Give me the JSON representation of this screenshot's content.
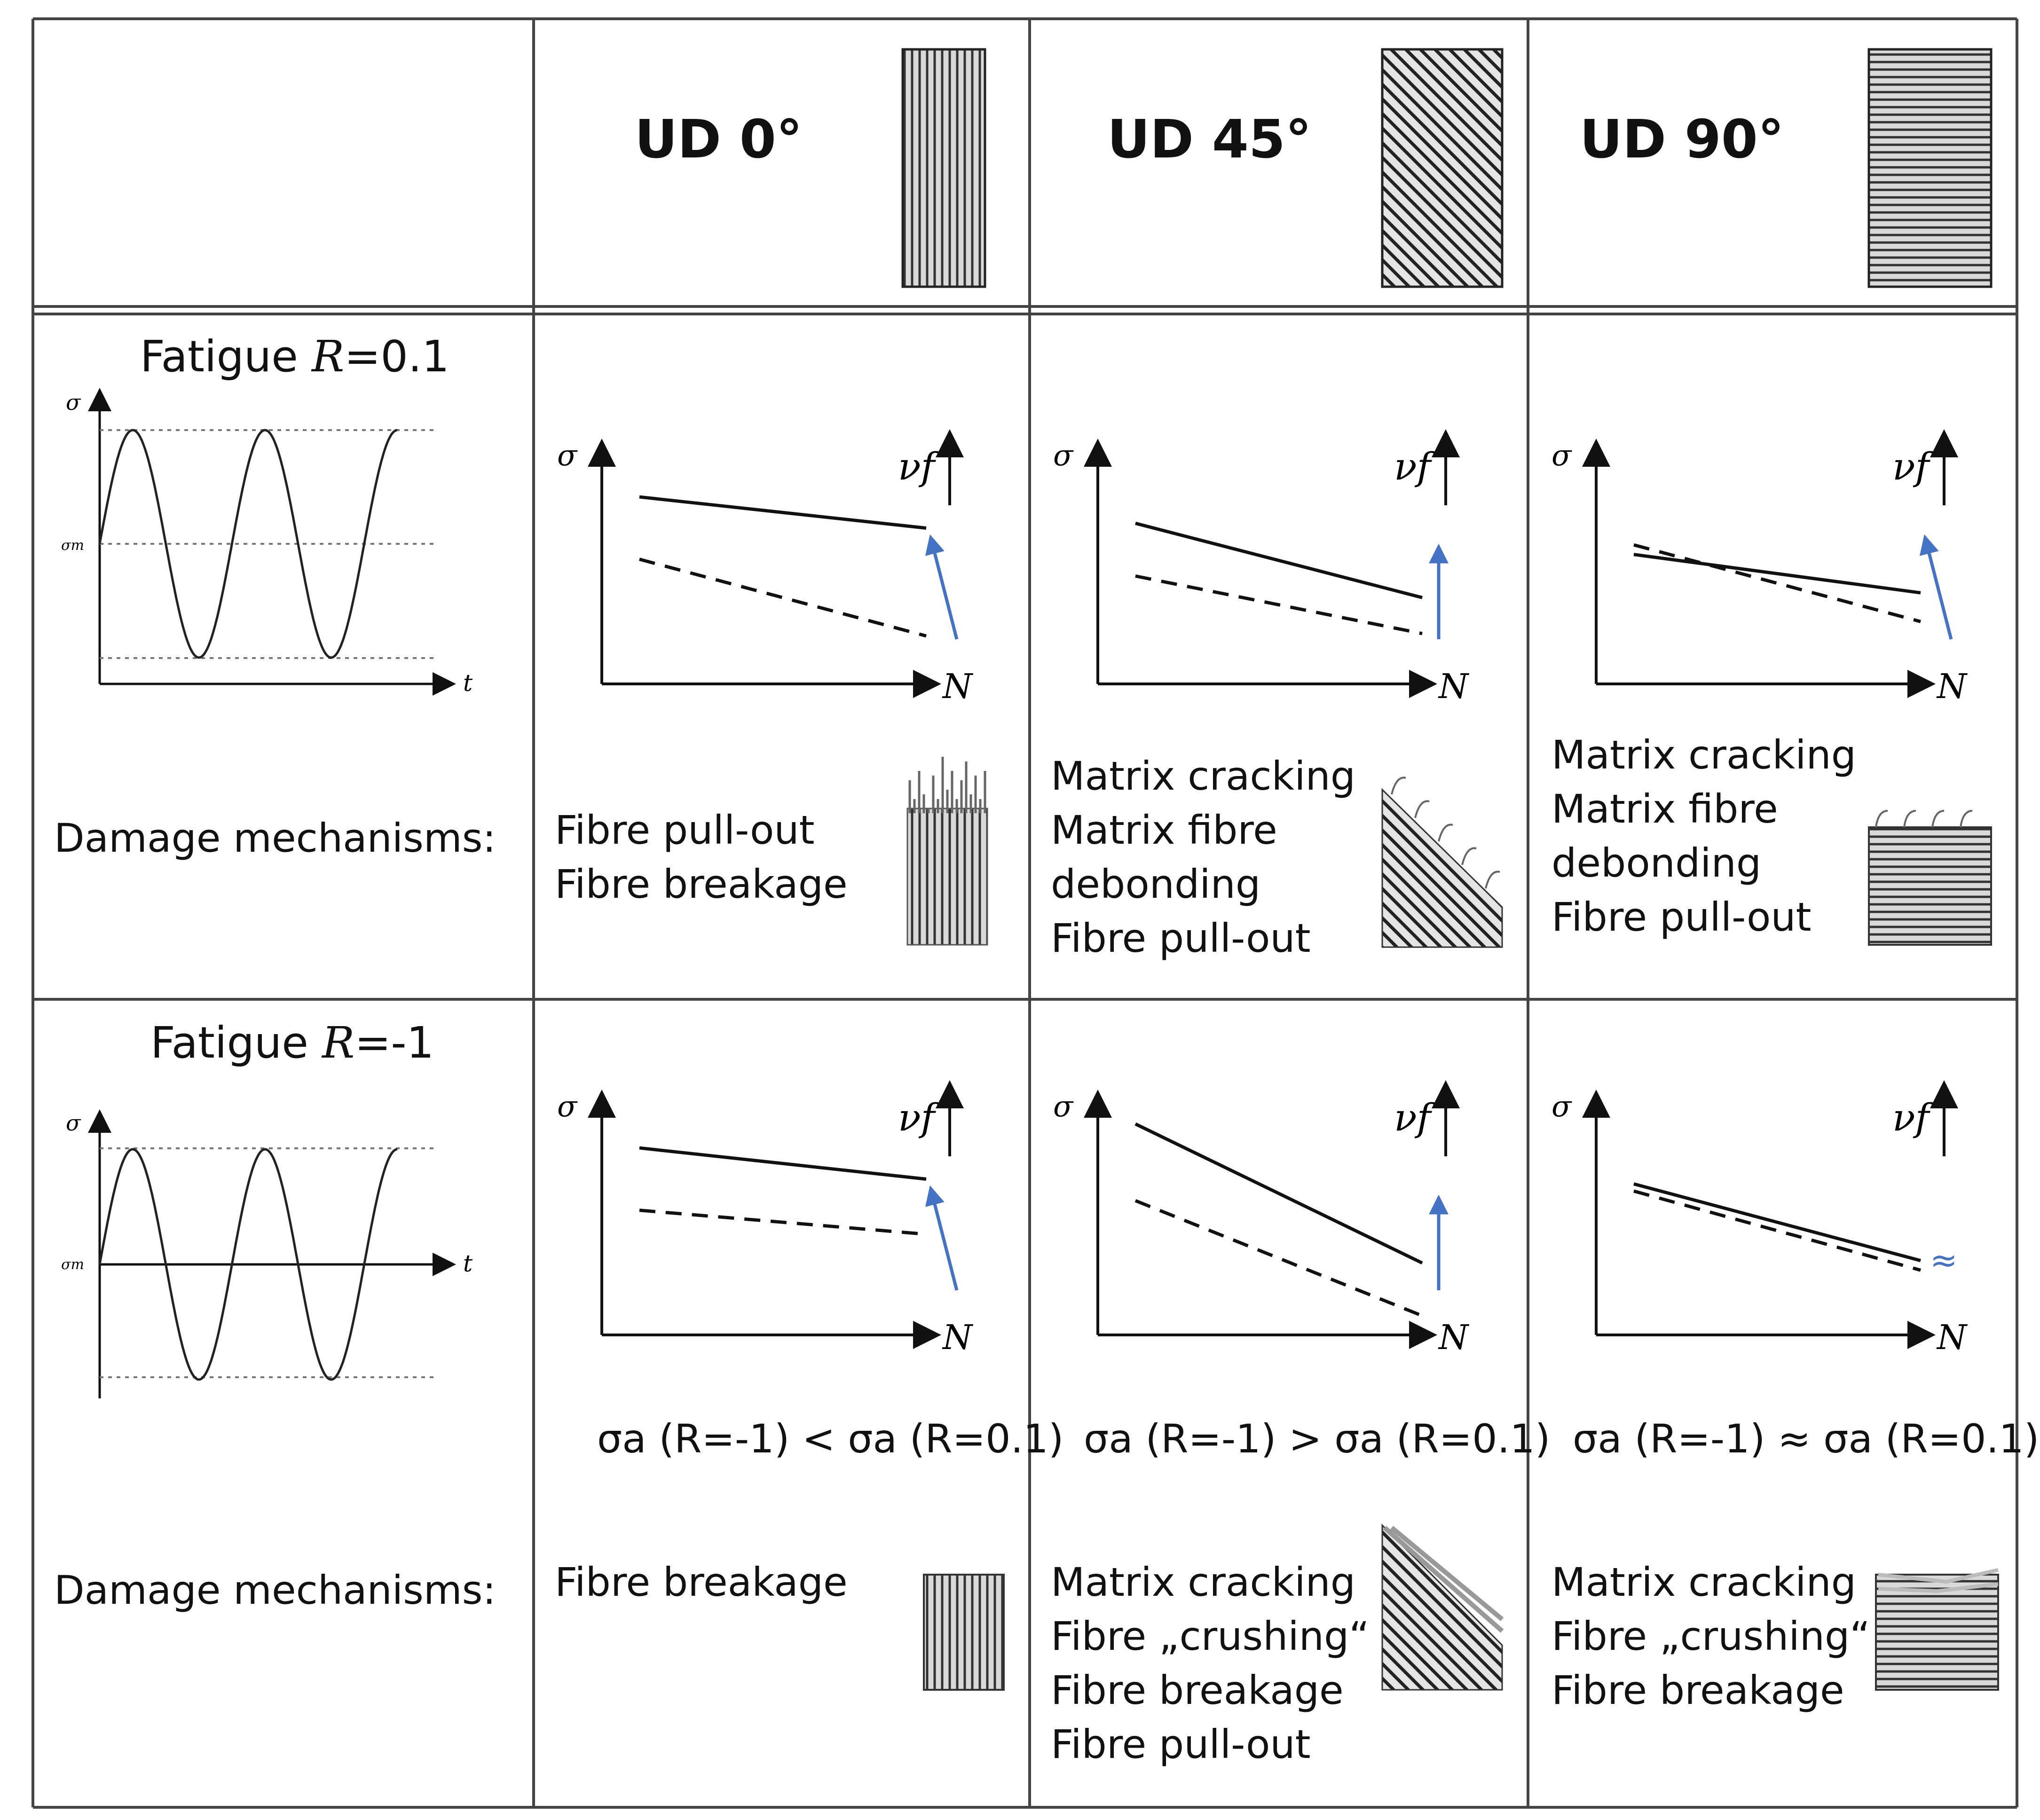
{
  "header": {
    "columns": [
      {
        "label": "UD 0°"
      },
      {
        "label": "UD 45°"
      },
      {
        "label": "UD 90°"
      }
    ]
  },
  "rows": [
    {
      "title_prefix": "Fatigue ",
      "title_var": "R",
      "title_value": "=0.1",
      "damage_label": "Damage mechanisms:",
      "wave_labels": {
        "y": "σ",
        "mean": "σm",
        "x": "t"
      },
      "cells": [
        {
          "damage_lines": [
            "Fibre pull-out",
            "Fibre breakage"
          ]
        },
        {
          "damage_lines": [
            "Matrix cracking",
            "Matrix fibre",
            "debonding",
            "Fibre pull-out"
          ]
        },
        {
          "damage_lines": [
            "Matrix cracking",
            "Matrix fibre",
            "debonding",
            "Fibre pull-out"
          ]
        }
      ]
    },
    {
      "title_prefix": "Fatigue ",
      "title_var": "R",
      "title_value": "=-1",
      "damage_label": "Damage mechanisms:",
      "wave_labels": {
        "y": "σ",
        "mean": "σm",
        "x": "t"
      },
      "cells": [
        {
          "comparison": "σa (R=-1) < σa (R=0.1)",
          "damage_lines": [
            "Fibre breakage"
          ]
        },
        {
          "comparison": "σa (R=-1) > σa (R=0.1)",
          "damage_lines": [
            "Matrix cracking",
            "Fibre „crushing“",
            "Fibre breakage",
            "Fibre pull-out"
          ]
        },
        {
          "comparison": "σa (R=-1) ≈ σa (R=0.1)",
          "damage_lines": [
            "Matrix cracking",
            "Fibre „crushing“",
            "Fibre breakage"
          ]
        }
      ]
    }
  ],
  "plot_labels": {
    "y": "σ",
    "x": "N",
    "vf": "νf",
    "approx_symbol": "≈"
  },
  "colors": {
    "arrow_blue": "#4472c4",
    "line": "#111111",
    "hatch_bg": "#d9d9d9",
    "hatch_line": "#333333"
  },
  "chart_data": [
    {
      "type": "line",
      "row": "R=0.1",
      "column": "UD 0°",
      "series": [
        {
          "style": "solid",
          "values": [
            [
              0.0,
              0.78
            ],
            [
              1.0,
              0.65
            ]
          ]
        },
        {
          "style": "dashed",
          "values": [
            [
              0.0,
              0.52
            ],
            [
              1.0,
              0.2
            ]
          ]
        }
      ],
      "vf_arrow": "blue-up"
    },
    {
      "type": "line",
      "row": "R=0.1",
      "column": "UD 45°",
      "series": [
        {
          "style": "solid",
          "values": [
            [
              0.0,
              0.67
            ],
            [
              1.0,
              0.36
            ]
          ]
        },
        {
          "style": "dashed",
          "values": [
            [
              0.0,
              0.45
            ],
            [
              1.0,
              0.21
            ]
          ]
        }
      ],
      "vf_arrow": "blue-up"
    },
    {
      "type": "line",
      "row": "R=0.1",
      "column": "UD 90°",
      "series": [
        {
          "style": "solid",
          "values": [
            [
              0.0,
              0.54
            ],
            [
              1.0,
              0.38
            ]
          ]
        },
        {
          "style": "dashed",
          "values": [
            [
              0.0,
              0.58
            ],
            [
              1.0,
              0.26
            ]
          ]
        }
      ],
      "vf_arrow": "blue-up"
    },
    {
      "type": "line",
      "row": "R=-1",
      "column": "UD 0°",
      "series": [
        {
          "style": "solid",
          "values": [
            [
              0.0,
              0.78
            ],
            [
              1.0,
              0.65
            ]
          ]
        },
        {
          "style": "dashed",
          "values": [
            [
              0.0,
              0.52
            ],
            [
              1.0,
              0.42
            ]
          ]
        }
      ],
      "vf_arrow": "blue-up"
    },
    {
      "type": "line",
      "row": "R=-1",
      "column": "UD 45°",
      "series": [
        {
          "style": "solid",
          "values": [
            [
              0.0,
              0.88
            ],
            [
              1.0,
              0.3
            ]
          ]
        },
        {
          "style": "dashed",
          "values": [
            [
              0.0,
              0.56
            ],
            [
              1.0,
              0.08
            ]
          ]
        }
      ],
      "vf_arrow": "blue-up"
    },
    {
      "type": "line",
      "row": "R=-1",
      "column": "UD 90°",
      "series": [
        {
          "style": "solid",
          "values": [
            [
              0.0,
              0.63
            ],
            [
              1.0,
              0.31
            ]
          ]
        },
        {
          "style": "dashed",
          "values": [
            [
              0.0,
              0.6
            ],
            [
              1.0,
              0.27
            ]
          ]
        }
      ],
      "vf_arrow": "approx"
    }
  ]
}
